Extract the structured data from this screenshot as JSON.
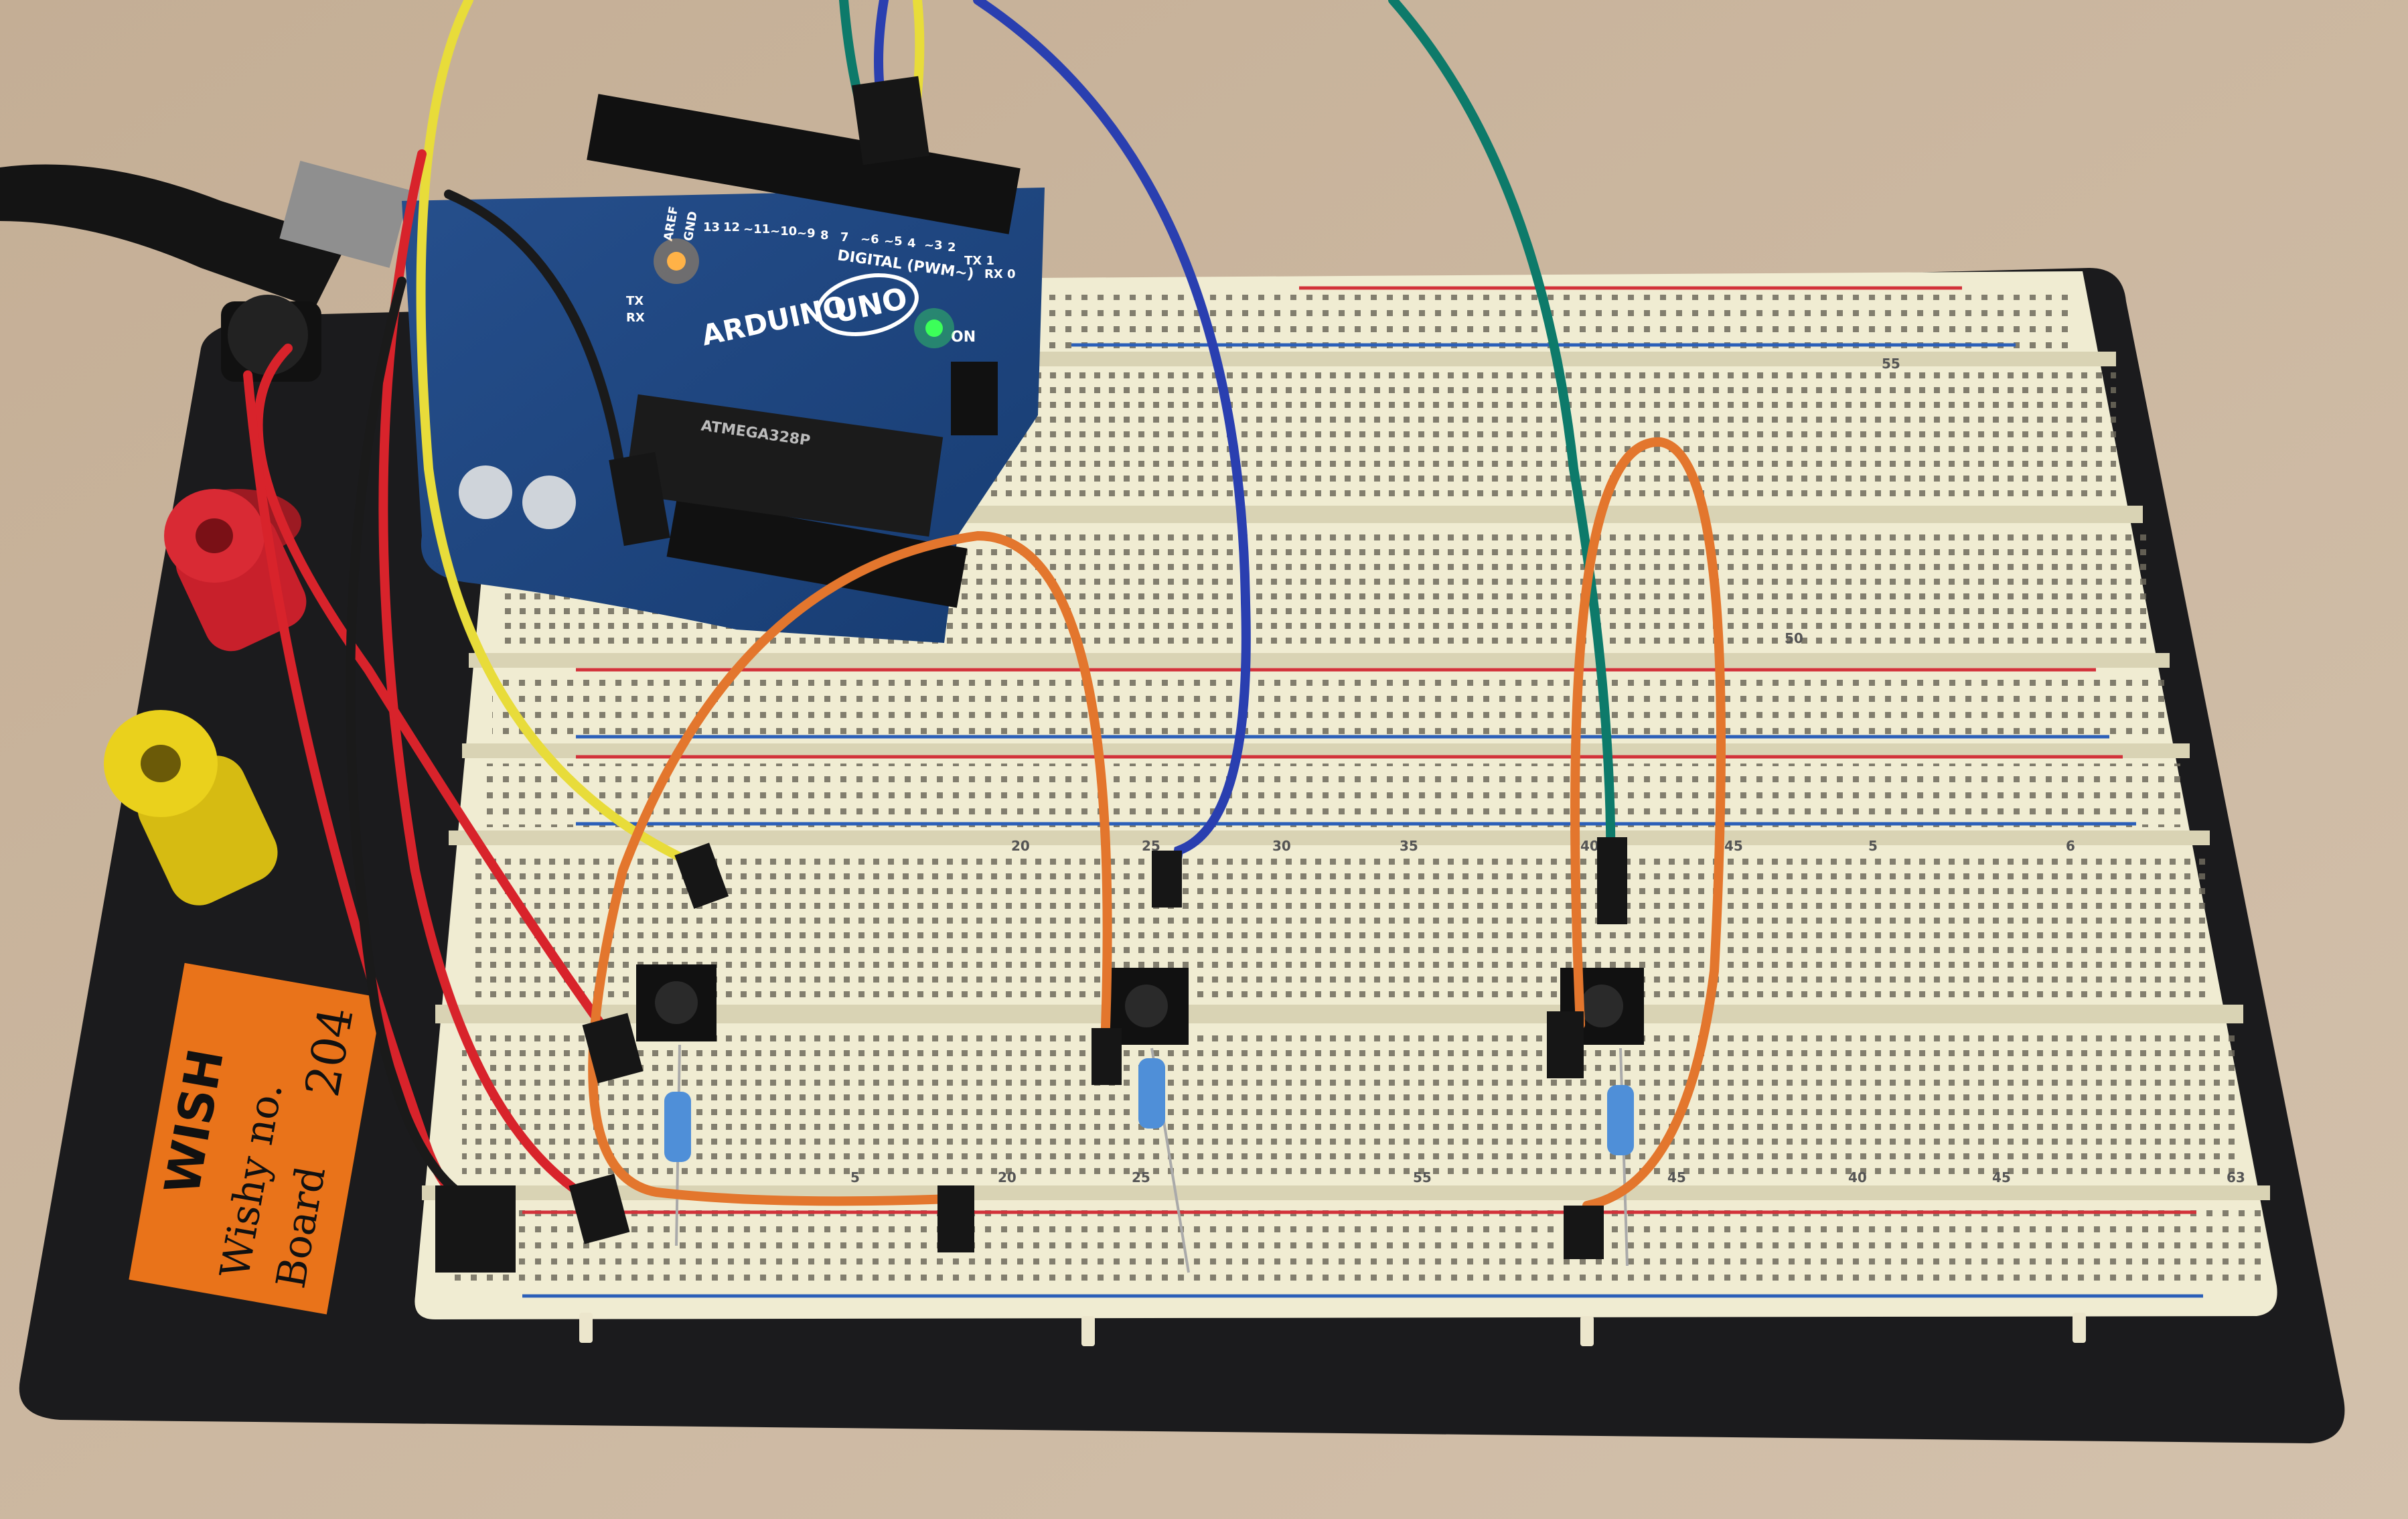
{
  "scene": {
    "table_color": "#c9b6a0",
    "board_color": "#1b1b1d",
    "breadboard_color": "#f0ecd2",
    "rail_red": "#d2323a",
    "rail_blue": "#2b5fb8",
    "arduino_color": "#1f4f8f"
  },
  "arduino": {
    "brand": "ARDUINO",
    "model": "UNO",
    "digital_label": "DIGITAL (PWM~)",
    "on_label": "ON",
    "tx_label": "TX",
    "rx_label": "RX",
    "aref_label": "AREF",
    "gnd_label": "GND",
    "chip_label": "ATMEGA328P",
    "pin_numbers": [
      "13",
      "12",
      "~11",
      "~10",
      "~9",
      "8",
      "7",
      "~6",
      "~5",
      "4",
      "~3",
      "2",
      "TX 1",
      "RX 0"
    ],
    "leds": {
      "on": "#3dff5a",
      "l": "#ffb347"
    }
  },
  "board_label": {
    "brand": "WISH",
    "line1": "Wishy no.",
    "line2": "Board",
    "number": "204"
  },
  "breadboard": {
    "column_numbers_top": [
      "55",
      "50"
    ],
    "column_numbers_bottom": [
      "20",
      "25",
      "30",
      "35",
      "40",
      "45",
      "5",
      "6"
    ],
    "bottom_row_numbers": [
      "5",
      "20",
      "25",
      "55",
      "45",
      "40",
      "45",
      "63"
    ]
  },
  "wires": {
    "yellow": "#e8dc3a",
    "red": "#d8232b",
    "black": "#1a1a1a",
    "blue": "#2a3fb0",
    "green": "#0d7a6a",
    "orange": "#e3762d"
  },
  "binding_posts": {
    "red": "#c8202b",
    "yellow": "#ead11c"
  }
}
